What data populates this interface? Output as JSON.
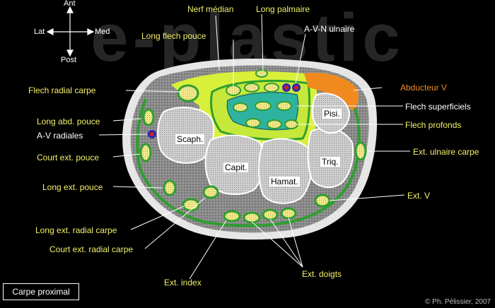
{
  "watermark": "e-plastic",
  "compass": {
    "ant": "Ant",
    "post": "Post",
    "lat": "Lat",
    "med": "Med"
  },
  "bones": {
    "scaph": "Scaph.",
    "capit": "Capit.",
    "hamat": "Hamat.",
    "triq": "Triq.",
    "pisi": "Pisi."
  },
  "labels": {
    "nerf_median": "Nerf médian",
    "long_palmaire": "Long palmaire",
    "avn_ulnaire": "A-V-N ulnaire",
    "long_flech_pouce": "Long flech pouce",
    "flech_radial_carpe": "Flech radial carpe",
    "abducteur_v": "Abducteur V",
    "flech_superficiels": "Flech superficiels",
    "flech_profonds": "Flech profonds",
    "long_abd_pouce": "Long abd. pouce",
    "av_radiales": "A-V radiales",
    "court_ext_pouce": "Court ext. pouce",
    "ext_ulnaire_carpe": "Ext. ulnaire carpe",
    "long_ext_pouce": "Long ext. pouce",
    "ext_v": "Ext. V",
    "long_ext_radial_carpe": "Long ext. radial carpe",
    "court_ext_radial_carpe": "Court ext. radial carpe",
    "ext_index": "Ext. index",
    "ext_doigts": "Ext. doigts"
  },
  "caption": "Carpe proximal",
  "credit": "© Ph. Pélissier, 2007",
  "colors": {
    "background": "#000000",
    "label_yellow": "#f4f06a",
    "label_orange": "#f08a1e",
    "sheath_green": "#2f9e2f",
    "retinaculum": "#d8f03a",
    "tendon_fill": "#f1e98c",
    "bone_fill": "#c8c8c8",
    "tissue_grey": "#8c8c8c",
    "skin": "#e6e6e6",
    "canal_teal": "#2fb3a0",
    "abducteur_orange": "#f08a1e",
    "artery_red": "#d81e1e",
    "vein_blue": "#2a2ab0"
  }
}
